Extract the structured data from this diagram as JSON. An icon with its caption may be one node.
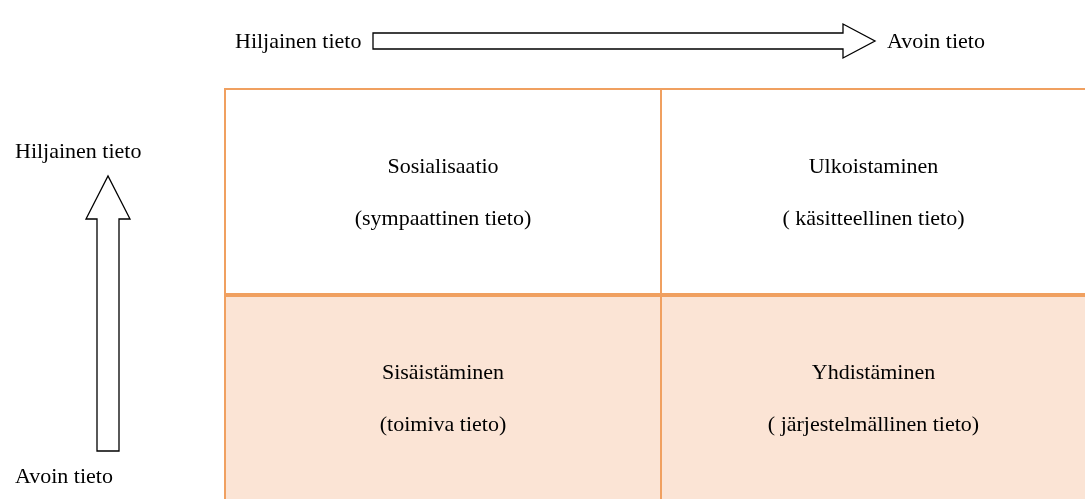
{
  "diagram": {
    "nodes": [
      {
        "text": [
          "Hiljainen tieto"
        ]
      },
      {
        "text": [
          "Avoin tieto"
        ]
      },
      {
        "text": [
          "Hiljainen tieto"
        ]
      },
      {
        "text": [
          "Sosialisaatio",
          "(sympaattinen tieto)"
        ]
      },
      {
        "text": [
          "Ulkoistaminen",
          "( käsitteellinen tieto)"
        ]
      },
      {
        "text": [
          "Sisäistäminen",
          "(toimiva tieto)"
        ]
      },
      {
        "text": [
          "Yhdistäminen",
          "( järjestelmällinen tieto)"
        ]
      },
      {
        "text": [
          "Avoin tieto"
        ]
      }
    ],
    "edges": [
      {
        "from": 0,
        "to": 1,
        "arrow": "to"
      },
      {
        "from": 7,
        "to": 2,
        "arrow": "to"
      }
    ]
  }
}
